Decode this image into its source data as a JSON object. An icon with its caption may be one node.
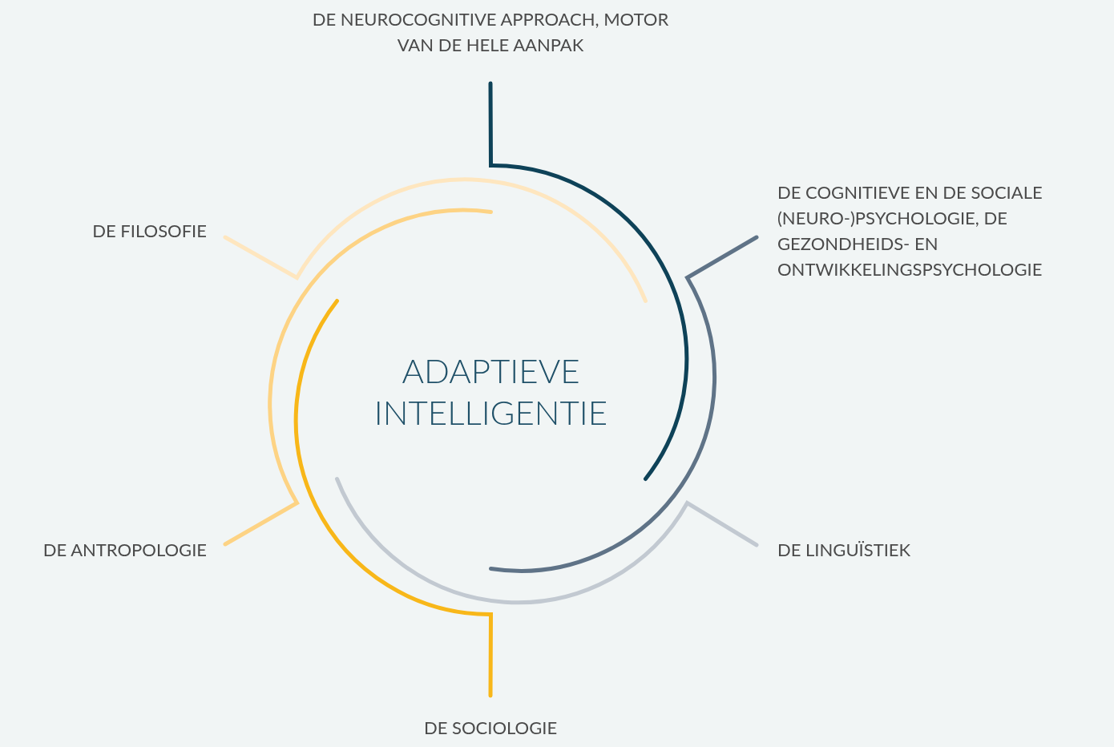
{
  "diagram": {
    "nodes": [
      {
        "text": [
          "ADAPTIEVE INTELLIGENTIE"
        ]
      },
      {
        "text": [
          "DE NEUROCOGNITIVE APPROACH, MOTOR VAN DE HELE AANPAK"
        ]
      },
      {
        "text": [
          "DE COGNITIEVE EN DE SOCIALE (NEURO-)PSYCHOLOGIE, DE GEZONDHEIDS- EN ONTWIKKELINGSPSYCHOLOGIE"
        ]
      },
      {
        "text": [
          "DE FILOSOFIE"
        ]
      },
      {
        "text": [
          "DE ANTROPOLOGIE"
        ]
      },
      {
        "text": [
          "DE LINGUÏSTIEK"
        ]
      },
      {
        "text": [
          "DE SOCIOLOGIE"
        ]
      }
    ],
    "edges": [
      {
        "from": 1,
        "to": null,
        "arrow": "none",
        "color": "#0e4258"
      },
      {
        "from": 2,
        "to": null,
        "arrow": "none",
        "color": "#5f7387"
      },
      {
        "from": 5,
        "to": null,
        "arrow": "none",
        "color": "#c2c9d1"
      },
      {
        "from": 6,
        "to": null,
        "arrow": "none",
        "color": "#f8b719"
      },
      {
        "from": 4,
        "to": null,
        "arrow": "none",
        "color": "#fdd384"
      },
      {
        "from": 3,
        "to": null,
        "arrow": "none",
        "color": "#fee6bf"
      }
    ]
  }
}
